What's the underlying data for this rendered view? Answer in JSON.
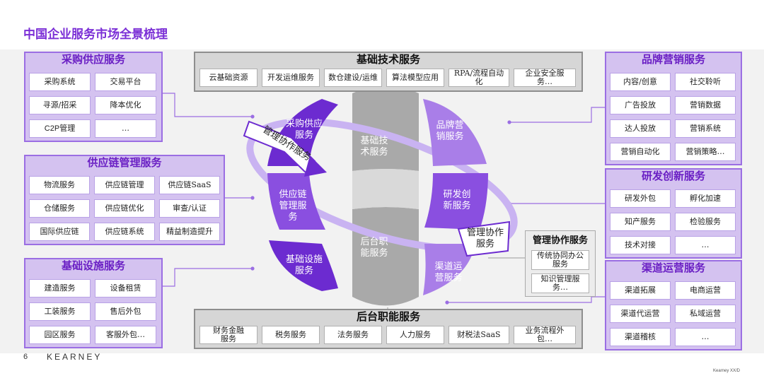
{
  "title": "中国企业服务市场全景梳理",
  "colors": {
    "purple_dark": "#6a1fc4",
    "purple_mid": "#8a4fe0",
    "purple_light": "#d4c2f0",
    "grey": "#a8a8a8"
  },
  "procurement": {
    "title": "采购供应服务",
    "items": [
      "采购系统",
      "交易平台",
      "寻源/招采",
      "降本优化",
      "C2P管理",
      "…"
    ]
  },
  "supply_chain": {
    "title": "供应链管理服务",
    "items": [
      "物流服务",
      "供应链管理",
      "供应链SaaS",
      "仓储服务",
      "供应链优化",
      "审查/认证",
      "国际供应链",
      "供应链系统",
      "精益制造提升"
    ]
  },
  "infrastructure": {
    "title": "基础设施服务",
    "items": [
      "建造服务",
      "设备租赁",
      "工装服务",
      "售后外包",
      "园区服务",
      "客服外包…"
    ]
  },
  "basic_tech": {
    "title": "基础技术服务",
    "items": [
      "云基础资源",
      "开发运维服务",
      "数仓建设/运维",
      "算法模型应用",
      "RPA/流程自动化",
      "企业安全服务…"
    ]
  },
  "back_office": {
    "title": "后台职能服务",
    "items": [
      "财务金融服务",
      "税务服务",
      "法务服务",
      "人力服务",
      "财税法SaaS",
      "业务流程外包…"
    ]
  },
  "brand_marketing": {
    "title": "品牌营销服务",
    "items": [
      "内容/创意",
      "社交聆听",
      "广告投放",
      "营销数据",
      "达人投放",
      "营销系统",
      "营销自动化",
      "营销策略…"
    ]
  },
  "rnd": {
    "title": "研发创新服务",
    "items": [
      "研发外包",
      "孵化加速",
      "知产服务",
      "检验服务",
      "技术对接",
      "…"
    ]
  },
  "channel": {
    "title": "渠道运营服务",
    "items": [
      "渠道拓展",
      "电商运营",
      "渠道代运营",
      "私域运营",
      "渠道稽核",
      "…"
    ]
  },
  "collab": {
    "title": "管理协作服务",
    "items": [
      "传统协同办公服务",
      "知识管理服务…"
    ]
  },
  "center": {
    "procurement": "采购供应服务",
    "supply_chain": "供应链管理服务",
    "infrastructure": "基础设施服务",
    "basic_tech": "基础技术服务",
    "back_office": "后台职能服务",
    "brand": "品牌营销服务",
    "rnd": "研发创新服务",
    "channel": "渠道运营服务",
    "collab_arc": "管理协作服务",
    "collab_tag": "管理协作服务"
  },
  "footer": {
    "page": "6",
    "logo": "KEARNEY",
    "copyright": "Kearney XX/D"
  }
}
